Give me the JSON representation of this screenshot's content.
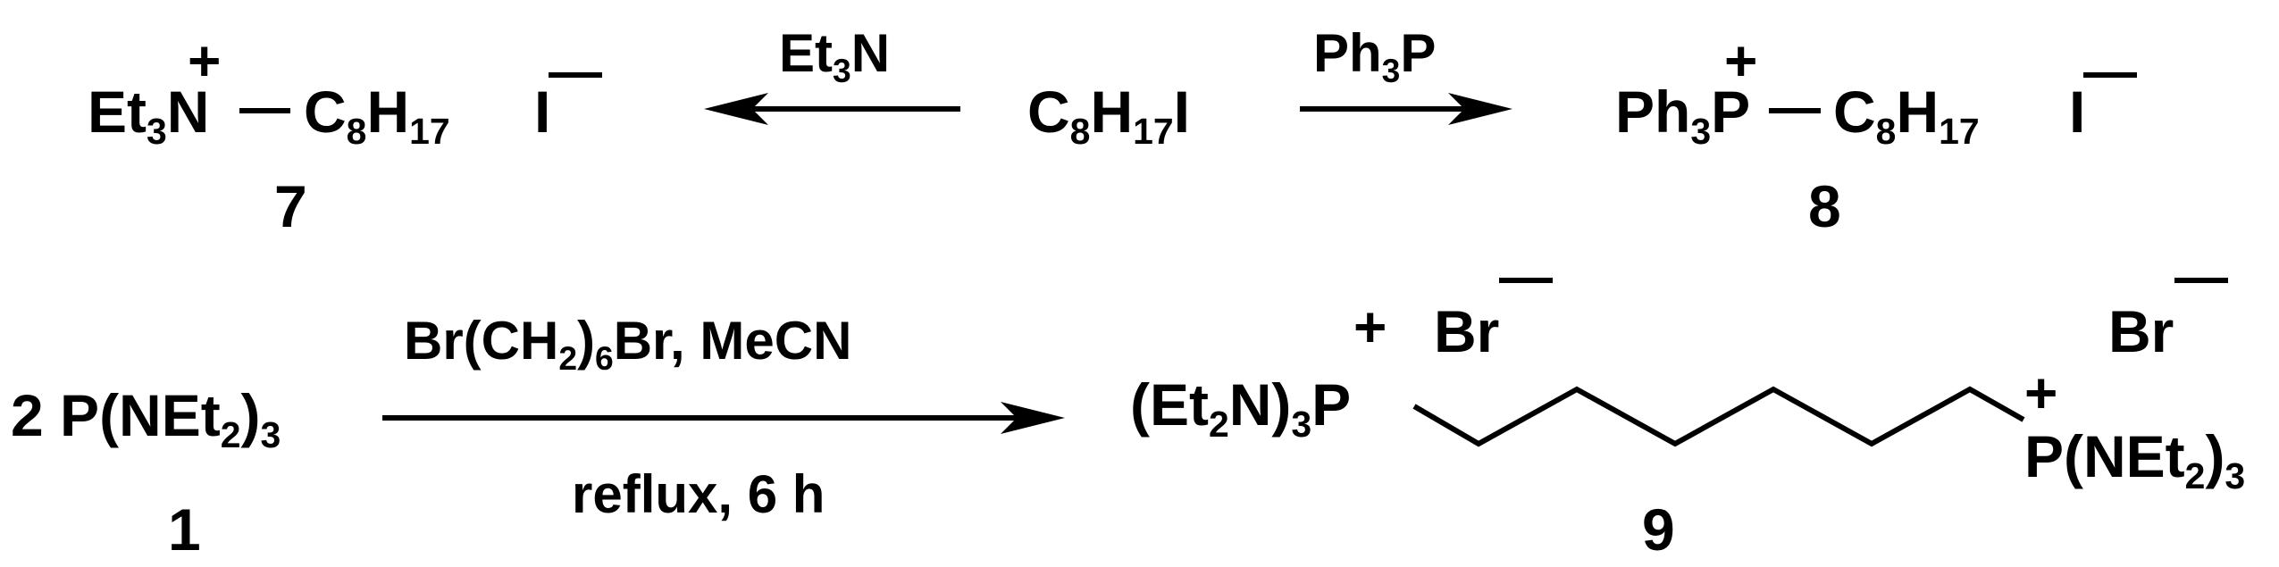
{
  "reaction1": {
    "reagent_left": [
      "Et",
      "3",
      "N"
    ],
    "reagent_right": [
      "Ph",
      "3",
      "P"
    ],
    "start": [
      "C",
      "8",
      "H",
      "17",
      "I"
    ],
    "product7": {
      "plus": "+",
      "amine": [
        "Et",
        "3",
        "N"
      ],
      "chain": [
        "C",
        "8",
        "H",
        "17"
      ],
      "iodide": "I",
      "minus": "—",
      "number": "7"
    },
    "product8": {
      "plus": "+",
      "phos": [
        "Ph",
        "3",
        "P"
      ],
      "chain": [
        "C",
        "8",
        "H",
        "17"
      ],
      "iodide": "I",
      "minus": "—",
      "number": "8"
    }
  },
  "reaction2": {
    "reactant": [
      "2 P(NEt",
      "2",
      ")",
      "3"
    ],
    "reactant_number": "1",
    "conditions_top": [
      "Br(CH",
      "2",
      ")",
      "6",
      "Br, MeCN"
    ],
    "conditions_bottom": "reflux, 6 h",
    "product9": {
      "left_group": [
        "(Et",
        "2",
        "N)",
        "3",
        "P"
      ],
      "right_group": [
        "P(NEt",
        "2",
        ")",
        "3"
      ],
      "plus_left": "+",
      "plus_right": "+",
      "anion_left": "Br",
      "anion_right": "Br",
      "minus": "—",
      "number": "9"
    }
  }
}
